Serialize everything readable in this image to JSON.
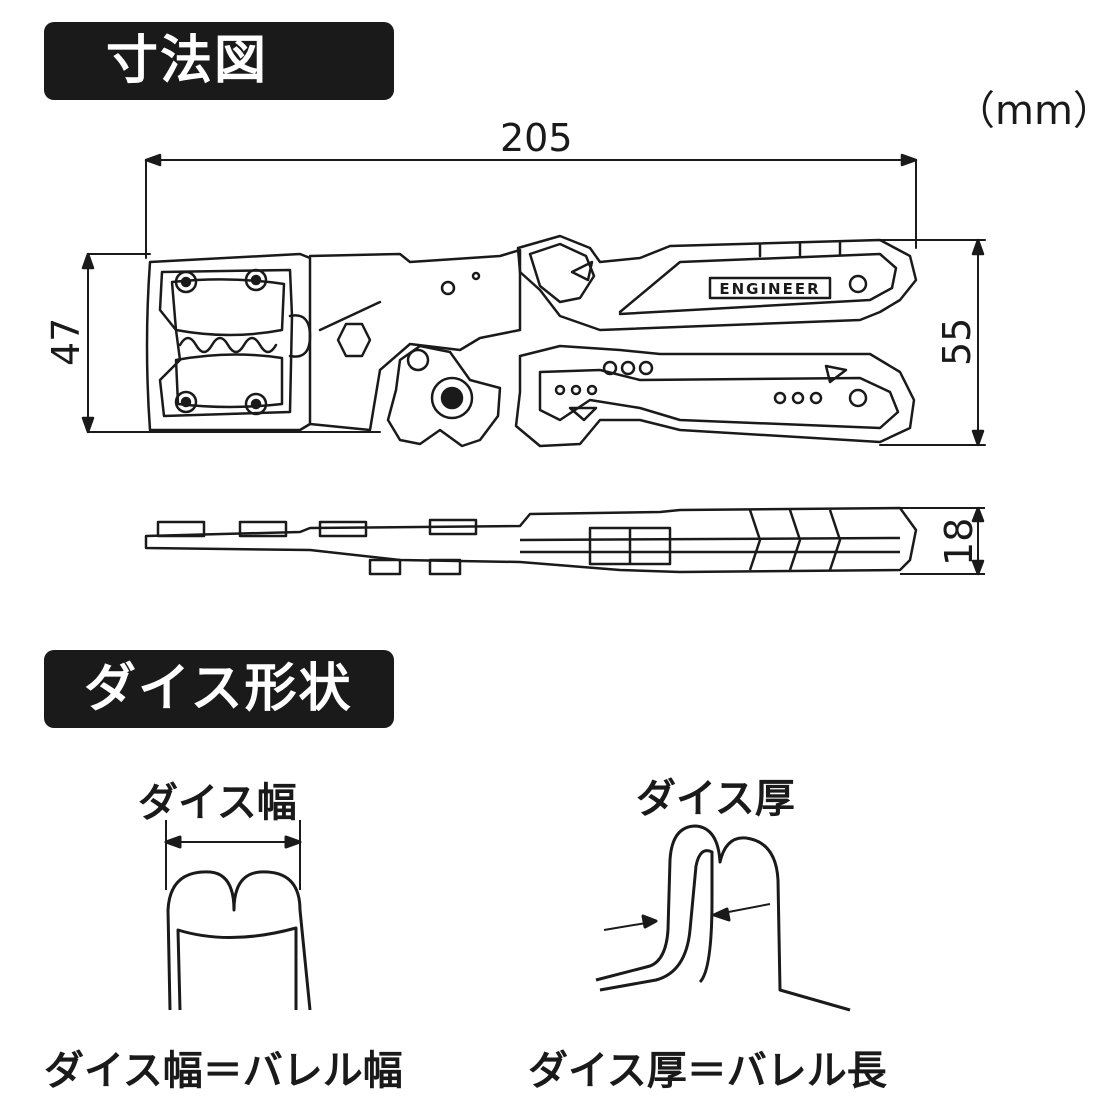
{
  "sections": {
    "dimensions_title": "寸法図",
    "die_shape_title": "ダイス形状"
  },
  "units": "（mm）",
  "dimensions": {
    "overall_length": "205",
    "width_jaw": "47",
    "width_handles": "55",
    "thickness": "18"
  },
  "brand_text": "ENGINEER",
  "die_shape": {
    "width_label": "ダイス幅",
    "thickness_label": "ダイス厚",
    "width_equation": "ダイス幅＝バレル幅",
    "thickness_equation": "ダイス厚＝バレル長"
  }
}
